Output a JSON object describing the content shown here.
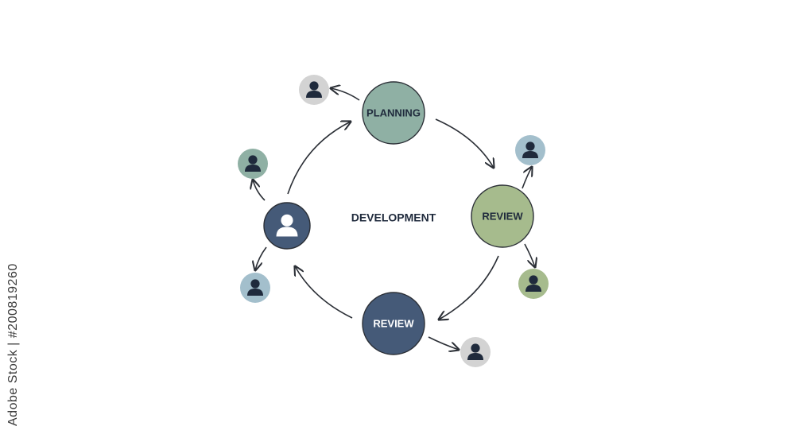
{
  "diagram": {
    "center_label": "DEVELOPMENT",
    "nodes": [
      {
        "id": "planning",
        "label": "PLANNING",
        "fill": "#8fb0a4",
        "text_color": "#1f2a3c"
      },
      {
        "id": "review-right",
        "label": "REVIEW",
        "fill": "#a6bb8d",
        "text_color": "#1f2a3c"
      },
      {
        "id": "review-bottom",
        "label": "REVIEW",
        "fill": "#455a78",
        "text_color": "#ffffff"
      },
      {
        "id": "person-left",
        "label": "",
        "fill": "#455a78",
        "icon": "person-icon"
      }
    ],
    "satellites": [
      {
        "id": "sat-planning",
        "fill": "#d3d3d3",
        "icon": "person-icon"
      },
      {
        "id": "sat-left-top",
        "fill": "#8fb0a4",
        "icon": "person-icon"
      },
      {
        "id": "sat-left-bottom",
        "fill": "#a3bfcc",
        "icon": "person-icon"
      },
      {
        "id": "sat-right-top",
        "fill": "#a3bfcc",
        "icon": "person-icon"
      },
      {
        "id": "sat-right-bottom",
        "fill": "#a6bb8d",
        "icon": "person-icon"
      },
      {
        "id": "sat-bottom",
        "fill": "#d3d3d3",
        "icon": "person-icon"
      }
    ],
    "colors": {
      "arrow": "#2b2f36",
      "icon_dark": "#1f2a3c",
      "icon_light": "#ffffff"
    }
  },
  "watermark_id": "#200819260",
  "side_caption": "Adobe Stock | #200819260"
}
